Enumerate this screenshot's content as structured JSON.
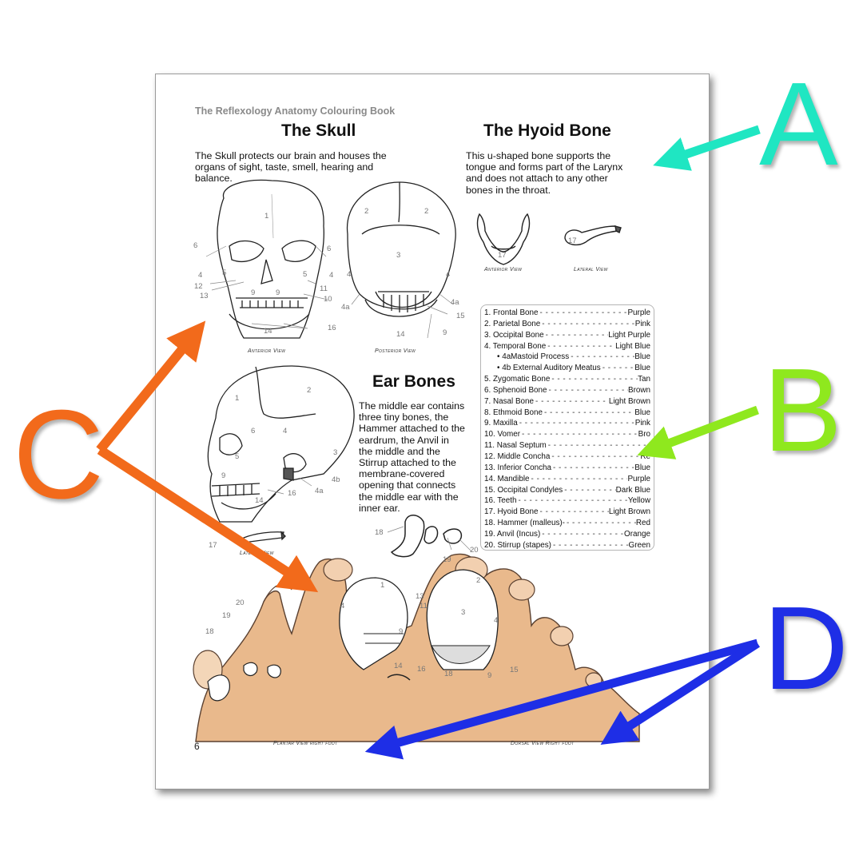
{
  "page": {
    "book_title": "The Reflexology Anatomy Colouring Book",
    "page_number": "6",
    "skull": {
      "heading": "The Skull",
      "text": "The Skull protects our brain and houses the organs of sight, taste, smell, hearing and balance.",
      "anterior_view": "Anterior View",
      "posterior_view": "Posterior View",
      "lateral_view": "Lateral View"
    },
    "hyoid": {
      "heading": "The Hyoid Bone",
      "text_lines": [
        "This u-shaped bone supports the",
        "tongue and forms part of the Larynx",
        "and does not attach to any other",
        "bones in the throat."
      ],
      "anterior_view": "Anterior View",
      "lateral_view": "Lateral View"
    },
    "ear": {
      "heading": "Ear Bones",
      "text_lines": [
        "The middle ear contains",
        "three tiny bones, the",
        "Hammer attached to the",
        "eardrum, the Anvil in",
        "the middle and the",
        "Stirrup attached to the",
        "membrane-covered",
        "opening that connects",
        "the middle ear with the",
        "inner ear."
      ]
    },
    "feet": {
      "plantar_view": "Plantar View right foot",
      "dorsal_view": "Dorsal View Right foot"
    },
    "legend": [
      {
        "name": "1. Frontal Bone",
        "color": "Purple"
      },
      {
        "name": "2. Parietal Bone",
        "color": "Pink"
      },
      {
        "name": "3. Occipital Bone",
        "color": "Light Purple"
      },
      {
        "name": "4. Temporal Bone",
        "color": "Light Blue"
      },
      {
        "name": "• 4aMastoid Process",
        "color": "Blue",
        "sub": true
      },
      {
        "name": "• 4b External Auditory Meatus",
        "color": "Blue",
        "sub": true
      },
      {
        "name": "5.  Zygomatic Bone",
        "color": "Tan"
      },
      {
        "name": "6.  Sphenoid Bone",
        "color": "Brown"
      },
      {
        "name": "7. Nasal Bone",
        "color": "Light Brown"
      },
      {
        "name": "8. Ethmoid Bone",
        "color": "Blue"
      },
      {
        "name": "9. Maxilla",
        "color": "Pink"
      },
      {
        "name": "10. Vomer",
        "color": "Bro"
      },
      {
        "name": "11. Nasal Septum",
        "color": ""
      },
      {
        "name": "12. Middle Concha",
        "color": "Re"
      },
      {
        "name": "13. Inferior Concha",
        "color": "Blue"
      },
      {
        "name": "14. Mandible",
        "color": "Purple"
      },
      {
        "name": "15. Occipital Condyles",
        "color": "Dark Blue"
      },
      {
        "name": "16. Teeth",
        "color": "Yellow"
      },
      {
        "name": "17.  Hyoid Bone",
        "color": "Light Brown"
      },
      {
        "name": "18. Hammer (malleus)-",
        "color": "Red"
      },
      {
        "name": "19. Anvil (Incus)",
        "color": "Orange"
      },
      {
        "name": "20. Stirrup (stapes)",
        "color": "Green"
      }
    ],
    "labels": {
      "ant": [
        "1",
        "6",
        "6",
        "4",
        "4",
        "5",
        "5",
        "12",
        "11",
        "13",
        "10",
        "9",
        "9",
        "14",
        "16"
      ],
      "post": [
        "2",
        "2",
        "3",
        "4",
        "4",
        "4a",
        "4a",
        "15",
        "14",
        "9"
      ],
      "lat": [
        "1",
        "2",
        "4",
        "3",
        "6",
        "5",
        "9",
        "4b",
        "4a",
        "16",
        "14",
        "17"
      ],
      "hyoid": [
        "17",
        "17"
      ],
      "ear": [
        "18",
        "19",
        "20"
      ],
      "feet": [
        "20",
        "19",
        "18",
        "1",
        "4",
        "13",
        "11",
        "9",
        "16",
        "14",
        "2",
        "3",
        "4",
        "15",
        "18",
        "9"
      ]
    }
  },
  "callouts": [
    {
      "letter": "A",
      "color": "#1fe6c2"
    },
    {
      "letter": "B",
      "color": "#8fe81e"
    },
    {
      "letter": "C",
      "color": "#f26a1b"
    },
    {
      "letter": "D",
      "color": "#1e2ee6"
    }
  ]
}
